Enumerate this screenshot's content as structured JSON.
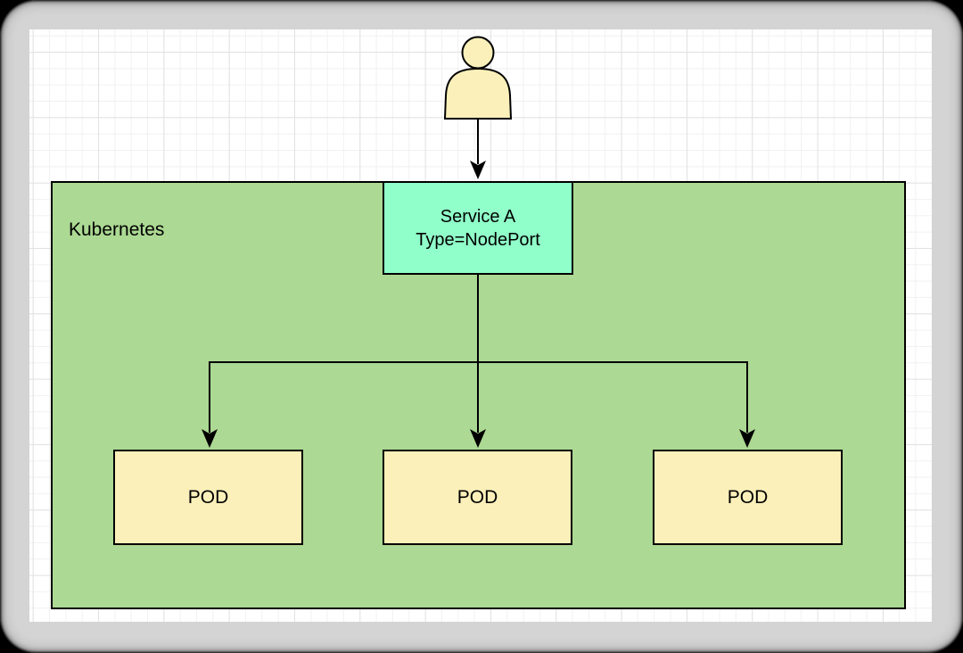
{
  "window": {
    "kind": "rounded-screenshot-frame"
  },
  "diagram": {
    "kubernetes": {
      "label": "Kubernetes",
      "fill": "#ACD993"
    },
    "service": {
      "line1": "Service A",
      "line2": "Type=NodePort",
      "fill": "#90FFC9"
    },
    "pods": [
      {
        "label": "POD"
      },
      {
        "label": "POD"
      },
      {
        "label": "POD"
      }
    ],
    "pod_fill": "#FBF0B9",
    "actor": {
      "icon": "person-icon",
      "fill": "#FBF0B9"
    },
    "stroke": "#000000",
    "grid": {
      "minor_color": "#f1f1f1",
      "major_color": "#e2e2e2"
    }
  }
}
